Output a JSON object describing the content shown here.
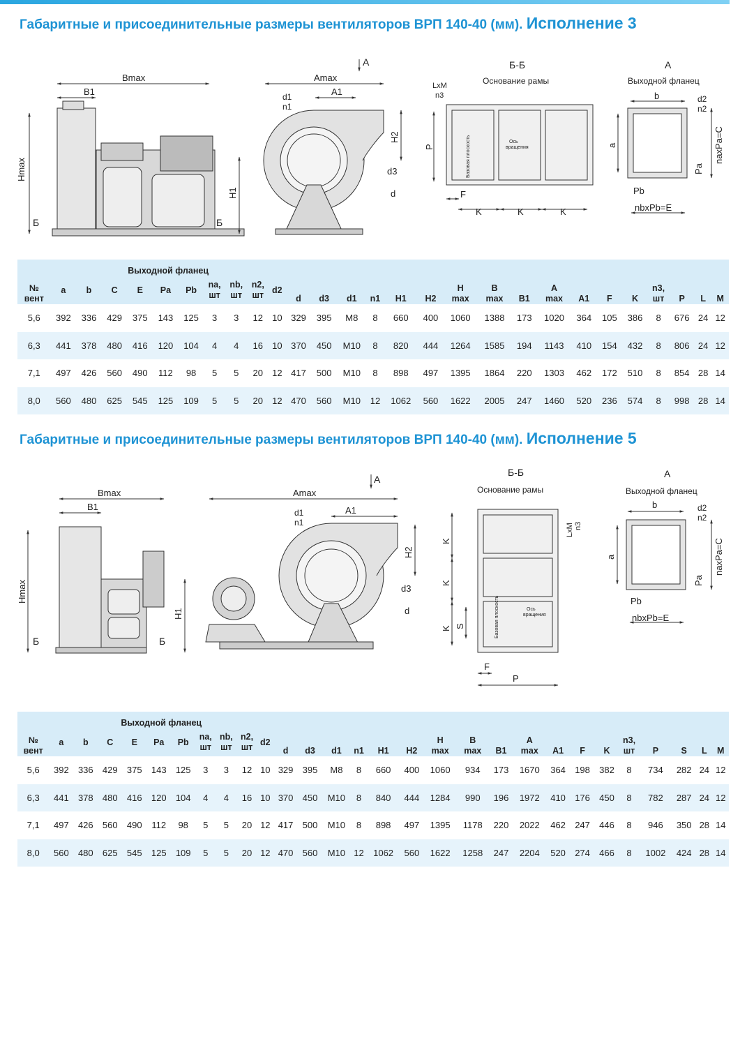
{
  "section1": {
    "title_main": "Габаритные и присоединительные размеры вентиляторов ВРП 140-40 (мм).",
    "title_variant": "Исполнение 3",
    "drawing_labels": {
      "bmax": "Bmax",
      "b1": "B1",
      "hmax": "Hmax",
      "h1": "H1",
      "b_mark": "Б",
      "amax": "Amax",
      "a1": "A1",
      "a_mark": "A",
      "d1": "d1",
      "n1": "n1",
      "h2": "H2",
      "d3": "d3",
      "d": "d",
      "bb_title": "Б-Б",
      "frame_caption": "Основание рамы",
      "lxm": "LxM",
      "n3": "n3",
      "p": "P",
      "f": "F",
      "k": "K",
      "base_plane": "Базовая плоскость",
      "axis_rot_1": "Ось",
      "axis_rot_2": "вращения",
      "flange_title": "A",
      "flange_caption": "Выходной фланец",
      "fb": "b",
      "fa": "a",
      "d2": "d2",
      "n2": "n2",
      "naxpa": "naxPa=C",
      "pa": "Pa",
      "pb": "Pb",
      "nbxpb": "nbxPb=E"
    },
    "table": {
      "group_header": "Выходной фланец",
      "headers": [
        {
          "l1": "№",
          "l2": "вент"
        },
        {
          "l1": "a",
          "l2": ""
        },
        {
          "l1": "b",
          "l2": ""
        },
        {
          "l1": "C",
          "l2": ""
        },
        {
          "l1": "E",
          "l2": ""
        },
        {
          "l1": "Pa",
          "l2": ""
        },
        {
          "l1": "Pb",
          "l2": ""
        },
        {
          "l1": "na,",
          "l2": "шт"
        },
        {
          "l1": "nb,",
          "l2": "шт"
        },
        {
          "l1": "n2,",
          "l2": "шт"
        },
        {
          "l1": "d2",
          "l2": ""
        },
        {
          "l1": "d",
          "l2": ""
        },
        {
          "l1": "d3",
          "l2": ""
        },
        {
          "l1": "d1",
          "l2": ""
        },
        {
          "l1": "n1",
          "l2": ""
        },
        {
          "l1": "H1",
          "l2": ""
        },
        {
          "l1": "H2",
          "l2": ""
        },
        {
          "l1": "H",
          "l2": "max"
        },
        {
          "l1": "B",
          "l2": "max"
        },
        {
          "l1": "B1",
          "l2": ""
        },
        {
          "l1": "A",
          "l2": "max"
        },
        {
          "l1": "A1",
          "l2": ""
        },
        {
          "l1": "F",
          "l2": ""
        },
        {
          "l1": "K",
          "l2": ""
        },
        {
          "l1": "n3,",
          "l2": "шт"
        },
        {
          "l1": "P",
          "l2": ""
        },
        {
          "l1": "L",
          "l2": ""
        },
        {
          "l1": "M",
          "l2": ""
        }
      ],
      "rows": [
        [
          "5,6",
          "392",
          "336",
          "429",
          "375",
          "143",
          "125",
          "3",
          "3",
          "12",
          "10",
          "329",
          "395",
          "M8",
          "8",
          "660",
          "400",
          "1060",
          "1388",
          "173",
          "1020",
          "364",
          "105",
          "386",
          "8",
          "676",
          "24",
          "12"
        ],
        [
          "6,3",
          "441",
          "378",
          "480",
          "416",
          "120",
          "104",
          "4",
          "4",
          "16",
          "10",
          "370",
          "450",
          "M10",
          "8",
          "820",
          "444",
          "1264",
          "1585",
          "194",
          "1143",
          "410",
          "154",
          "432",
          "8",
          "806",
          "24",
          "12"
        ],
        [
          "7,1",
          "497",
          "426",
          "560",
          "490",
          "112",
          "98",
          "5",
          "5",
          "20",
          "12",
          "417",
          "500",
          "M10",
          "8",
          "898",
          "497",
          "1395",
          "1864",
          "220",
          "1303",
          "462",
          "172",
          "510",
          "8",
          "854",
          "28",
          "14"
        ],
        [
          "8,0",
          "560",
          "480",
          "625",
          "545",
          "125",
          "109",
          "5",
          "5",
          "20",
          "12",
          "470",
          "560",
          "M10",
          "12",
          "1062",
          "560",
          "1622",
          "2005",
          "247",
          "1460",
          "520",
          "236",
          "574",
          "8",
          "998",
          "28",
          "14"
        ]
      ]
    }
  },
  "section2": {
    "title_main": "Габаритные и присоединительные размеры вентиляторов ВРП 140-40 (мм).",
    "title_variant": "Исполнение 5",
    "drawing_labels": {
      "bmax": "Bmax",
      "b1": "B1",
      "hmax": "Hmax",
      "h1": "H1",
      "b_mark": "Б",
      "amax": "Amax",
      "a1": "A1",
      "a_mark": "A",
      "d1": "d1",
      "n1": "n1",
      "h2": "H2",
      "d3": "d3",
      "d": "d",
      "bb_title": "Б-Б",
      "frame_caption": "Основание рамы",
      "lxm": "LxM",
      "n3": "n3",
      "p": "P",
      "f": "F",
      "k": "K",
      "s": "S",
      "base_plane": "Базовая плоскость",
      "axis_rot_1": "Ось",
      "axis_rot_2": "вращения",
      "flange_title": "A",
      "flange_caption": "Выходной фланец",
      "fb": "b",
      "fa": "a",
      "d2": "d2",
      "n2": "n2",
      "naxpa": "naxPa=C",
      "pa": "Pa",
      "pb": "Pb",
      "nbxpb": "nbxPb=E"
    },
    "table": {
      "group_header": "Выходной фланец",
      "headers": [
        {
          "l1": "№",
          "l2": "вент"
        },
        {
          "l1": "a",
          "l2": ""
        },
        {
          "l1": "b",
          "l2": ""
        },
        {
          "l1": "C",
          "l2": ""
        },
        {
          "l1": "E",
          "l2": ""
        },
        {
          "l1": "Pa",
          "l2": ""
        },
        {
          "l1": "Pb",
          "l2": ""
        },
        {
          "l1": "na,",
          "l2": "шт"
        },
        {
          "l1": "nb,",
          "l2": "шт"
        },
        {
          "l1": "n2,",
          "l2": "шт"
        },
        {
          "l1": "d2",
          "l2": ""
        },
        {
          "l1": "d",
          "l2": ""
        },
        {
          "l1": "d3",
          "l2": ""
        },
        {
          "l1": "d1",
          "l2": ""
        },
        {
          "l1": "n1",
          "l2": ""
        },
        {
          "l1": "H1",
          "l2": ""
        },
        {
          "l1": "H2",
          "l2": ""
        },
        {
          "l1": "H",
          "l2": "max"
        },
        {
          "l1": "B",
          "l2": "max"
        },
        {
          "l1": "B1",
          "l2": ""
        },
        {
          "l1": "A",
          "l2": "max"
        },
        {
          "l1": "A1",
          "l2": ""
        },
        {
          "l1": "F",
          "l2": ""
        },
        {
          "l1": "K",
          "l2": ""
        },
        {
          "l1": "n3,",
          "l2": "шт"
        },
        {
          "l1": "P",
          "l2": ""
        },
        {
          "l1": "S",
          "l2": ""
        },
        {
          "l1": "L",
          "l2": ""
        },
        {
          "l1": "M",
          "l2": ""
        }
      ],
      "rows": [
        [
          "5,6",
          "392",
          "336",
          "429",
          "375",
          "143",
          "125",
          "3",
          "3",
          "12",
          "10",
          "329",
          "395",
          "M8",
          "8",
          "660",
          "400",
          "1060",
          "934",
          "173",
          "1670",
          "364",
          "198",
          "382",
          "8",
          "734",
          "282",
          "24",
          "12"
        ],
        [
          "6,3",
          "441",
          "378",
          "480",
          "416",
          "120",
          "104",
          "4",
          "4",
          "16",
          "10",
          "370",
          "450",
          "M10",
          "8",
          "840",
          "444",
          "1284",
          "990",
          "196",
          "1972",
          "410",
          "176",
          "450",
          "8",
          "782",
          "287",
          "24",
          "12"
        ],
        [
          "7,1",
          "497",
          "426",
          "560",
          "490",
          "112",
          "98",
          "5",
          "5",
          "20",
          "12",
          "417",
          "500",
          "M10",
          "8",
          "898",
          "497",
          "1395",
          "1178",
          "220",
          "2022",
          "462",
          "247",
          "446",
          "8",
          "946",
          "350",
          "28",
          "14"
        ],
        [
          "8,0",
          "560",
          "480",
          "625",
          "545",
          "125",
          "109",
          "5",
          "5",
          "20",
          "12",
          "470",
          "560",
          "M10",
          "12",
          "1062",
          "560",
          "1622",
          "1258",
          "247",
          "2204",
          "520",
          "274",
          "466",
          "8",
          "1002",
          "424",
          "28",
          "14"
        ]
      ]
    }
  }
}
